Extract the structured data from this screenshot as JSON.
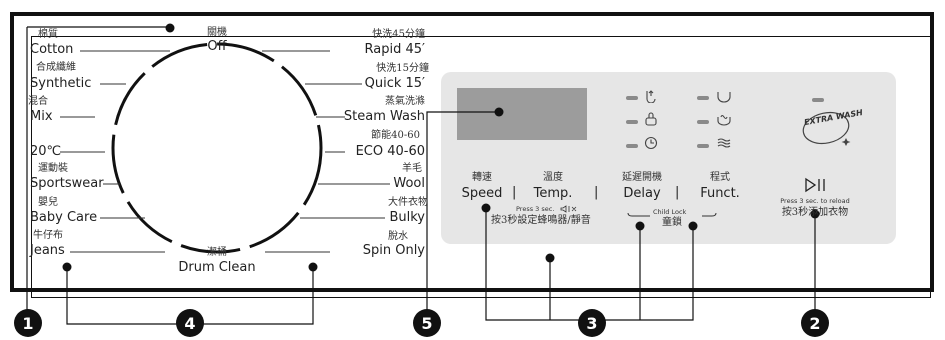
{
  "dial": {
    "off": {
      "cn": "關機",
      "en": "Off"
    },
    "cotton": {
      "cn": "棉質",
      "en": "Cotton"
    },
    "synthetic": {
      "cn": "合成纖維",
      "en": "Synthetic"
    },
    "mix": {
      "cn": "混合",
      "en": "Mix"
    },
    "twenty_c": {
      "en": "20℃"
    },
    "sportswear": {
      "cn": "運動裝",
      "en": "Sportswear"
    },
    "baby_care": {
      "cn": "嬰兒",
      "en": "Baby Care"
    },
    "jeans": {
      "cn": "牛仔布",
      "en": "Jeans"
    },
    "drum_clean": {
      "cn": "潔桶",
      "en": "Drum Clean"
    },
    "rapid45": {
      "cn": "快洗45分鐘",
      "en": "Rapid 45′"
    },
    "quick15": {
      "cn": "快洗15分鐘",
      "en": "Quick 15′"
    },
    "steam_wash": {
      "cn": "蒸氣洗滌",
      "en": "Steam Wash"
    },
    "eco": {
      "cn": "節能40-60",
      "en": "ECO 40-60"
    },
    "wool": {
      "cn": "羊毛",
      "en": "Wool"
    },
    "bulky": {
      "cn": "大件衣物",
      "en": "Bulky"
    },
    "spin_only": {
      "cn": "脫水",
      "en": "Spin Only"
    }
  },
  "buttons": {
    "speed": {
      "cn": "轉速",
      "en": "Speed"
    },
    "temp": {
      "cn": "溫度",
      "en": "Temp."
    },
    "delay": {
      "cn": "延遲開機",
      "en": "Delay"
    },
    "funct": {
      "cn": "程式",
      "en": "Funct."
    },
    "mute_hint_en": "Press 3 sec.",
    "mute_hint_cn": "按3秒設定蜂鳴器/靜音",
    "child_lock_en": "Child Lock",
    "child_lock_cn": "童鎖",
    "extra_wash": "EXTRA WASH",
    "start_pause_hint_en": "Press 3 sec. to reload",
    "start_pause_hint_cn": "按3秒添加衣物"
  },
  "separators": [
    "|",
    "|",
    "|"
  ],
  "callouts": [
    "1",
    "4",
    "5",
    "3",
    "2"
  ],
  "icons": [
    "prewash-icon",
    "soak-icon",
    "timer-icon",
    "drain-icon",
    "rinse-icon",
    "softener-icon",
    "play-pause-icon",
    "speaker-icon"
  ]
}
